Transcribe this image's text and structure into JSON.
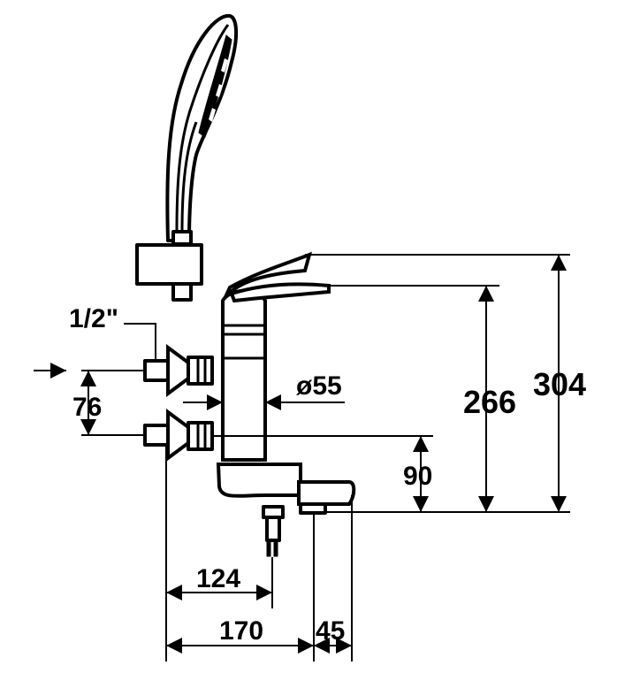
{
  "dimensions": {
    "thread_size": "1/2\"",
    "inlet_spacing": "76",
    "body_diameter": "ø55",
    "spout_height": "266",
    "total_height": "304",
    "lower_inlet_height": "90",
    "wall_to_outlet": "124",
    "wall_to_body_front": "170",
    "spout_width": "45"
  },
  "colors": {
    "line": "#000000",
    "background": "#ffffff"
  },
  "icons": {
    "water_inlet_arrow": "arrow-right-icon"
  }
}
